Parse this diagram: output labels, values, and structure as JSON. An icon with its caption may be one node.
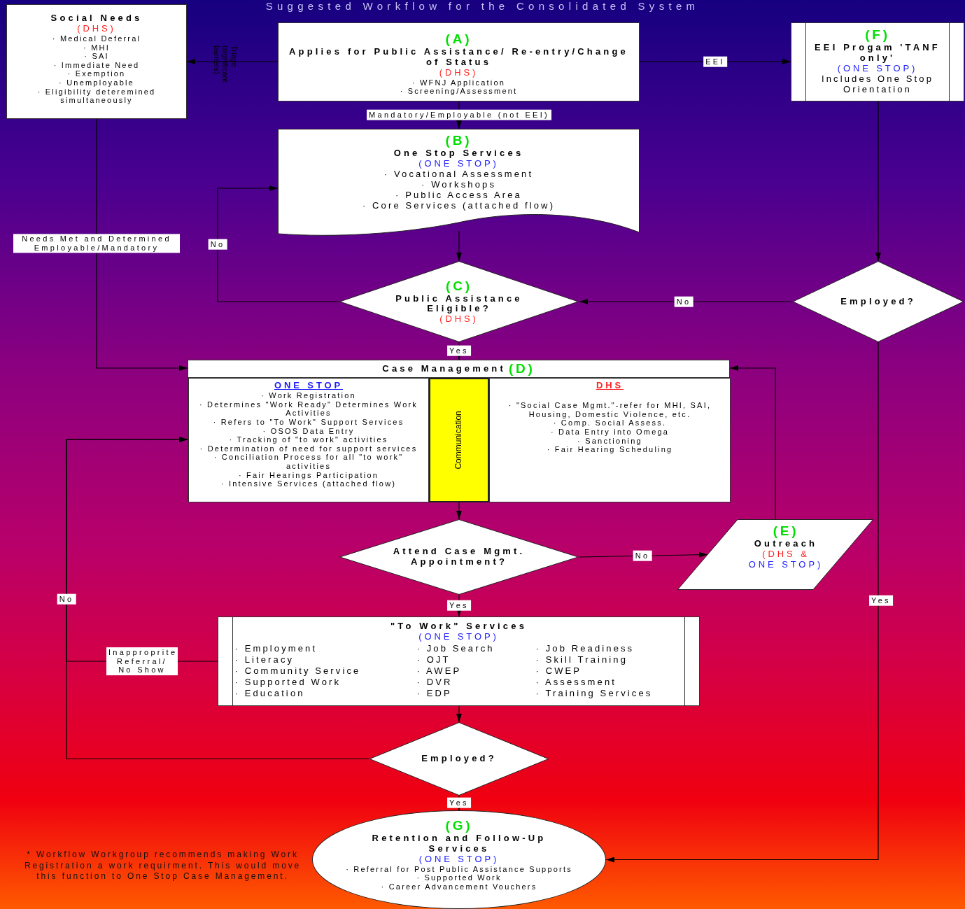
{
  "diagram": {
    "title": "Suggested Workflow for the Consolidated System",
    "nodes": [
      {
        "text": [
          "Social Needs",
          "(DHS)",
          "· Medical Deferral",
          "· MHI",
          "· SAI",
          "· Immediate Need",
          "· Exemption",
          "· Unemployable",
          "· Eligibility deteremined simultaneously"
        ]
      },
      {
        "text": [
          "(A)",
          "Applies for Public Assistance/ Re-entry/Change of Status",
          "(DHS)",
          "· WFNJ Application",
          "· Screening/Assessment"
        ]
      },
      {
        "text": [
          "(F)",
          "EEI Progam 'TANF only'",
          "(ONE STOP)",
          "Includes One Stop Orientation"
        ]
      },
      {
        "text": [
          "(B)",
          "One Stop Services",
          "(ONE STOP)",
          "· Vocational Assessment",
          "· Workshops",
          "· Public Access Area",
          "· Core Services (attached flow)"
        ]
      },
      {
        "text": [
          "(C)",
          "Public Assistance Eligible?",
          "(DHS)"
        ]
      },
      {
        "text": [
          "Employed?"
        ]
      },
      {
        "text": [
          "Case Management",
          "(D)"
        ]
      },
      {
        "text": [
          "ONE STOP",
          "· Work Registration",
          "· Determines \"Work Ready\" Determines Work Activities",
          "· Refers to \"To Work\" Support Services",
          "· OSOS Data Entry",
          "· Tracking of \"to work\" activities",
          "· Determination of need for support services",
          "· Conciliation Process for all \"to work\" activities",
          "· Fair Hearings Participation",
          "· Intensive Services (attached flow)"
        ],
        "in": 6
      },
      {
        "text": [
          "Communication"
        ],
        "in": 6
      },
      {
        "text": [
          "DHS",
          "· \"Social Case Mgmt.\"-refer for MHI, SAI, Housing, Domestic Violence, etc.",
          "· Comp. Social Assess.",
          "· Data Entry into Omega",
          "· Sanctioning",
          "· Fair Hearing Scheduling"
        ],
        "in": 6
      },
      {
        "text": [
          "Attend Case Mgmt. Appointment?"
        ]
      },
      {
        "text": [
          "(E)",
          "Outreach",
          "(DHS &",
          "ONE STOP)"
        ]
      },
      {
        "text": [
          "\"To Work\" Services",
          "(ONE STOP)",
          "· Employment",
          "· Literacy",
          "· Community Service",
          "· Supported Work",
          "· Education",
          "· Job Search",
          "· OJT",
          "· AWEP",
          "· DVR",
          "· EDP",
          "· Job Readiness",
          "· Skill Training",
          "· CWEP",
          "· Assessment",
          "· Training Services"
        ]
      },
      {
        "text": [
          "Employed?"
        ]
      },
      {
        "text": [
          "(G)",
          "Retention and Follow-Up Services",
          "(ONE STOP)",
          "· Referral for Post Public Assistance Supports",
          "· Supported Work",
          "· Career Advancement Vouchers"
        ]
      }
    ],
    "edges": [
      {
        "from": 1,
        "to": 0,
        "arrow": "to",
        "label": "Triage (significant barriers)"
      },
      {
        "from": 1,
        "to": 2,
        "arrow": "to",
        "label": "EEI"
      },
      {
        "from": 1,
        "to": 3,
        "arrow": "to",
        "label": "Mandatory/Employable (not EEI)"
      },
      {
        "from": 3,
        "to": 4,
        "arrow": "to"
      },
      {
        "from": 4,
        "to": 3,
        "arrow": "to",
        "label": "No"
      },
      {
        "from": 2,
        "to": 5,
        "arrow": "to"
      },
      {
        "from": 5,
        "to": 4,
        "arrow": "to",
        "label": "No"
      },
      {
        "from": 4,
        "to": 6,
        "arrow": "to",
        "label": "Yes"
      },
      {
        "from": 0,
        "to": 6,
        "arrow": "to",
        "label": "Needs Met and Determined Employable/Mandatory"
      },
      {
        "from": 6,
        "to": 10,
        "arrow": "to"
      },
      {
        "from": 10,
        "to": 11,
        "arrow": "to",
        "label": "No"
      },
      {
        "from": 11,
        "to": 6,
        "arrow": "to"
      },
      {
        "from": 10,
        "to": 12,
        "arrow": "to",
        "label": "Yes"
      },
      {
        "from": 12,
        "to": 6,
        "arrow": "to",
        "label": "Inapproprite Referral/ No Show"
      },
      {
        "from": 12,
        "to": 13,
        "arrow": "to"
      },
      {
        "from": 13,
        "to": 6,
        "arrow": "to",
        "label": "No"
      },
      {
        "from": 13,
        "to": 14,
        "arrow": "to",
        "label": "Yes"
      },
      {
        "from": 5,
        "to": 14,
        "arrow": "to",
        "label": "Yes"
      }
    ],
    "labels": [
      "* Workflow Workgroup recommends making Work Registration a work requirment. This would move this function to One Stop Case Management."
    ]
  }
}
